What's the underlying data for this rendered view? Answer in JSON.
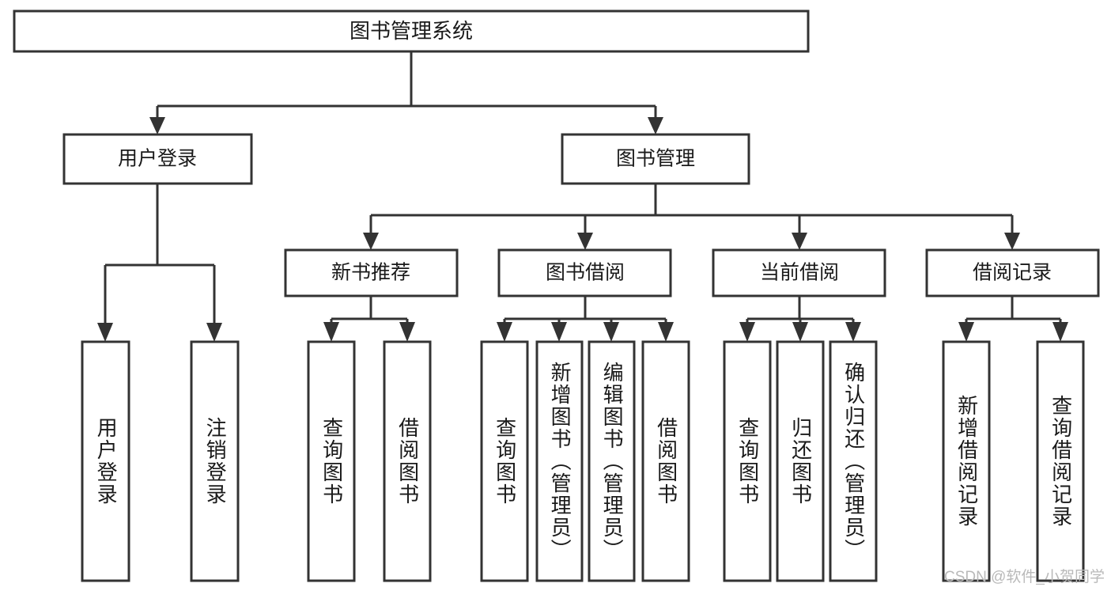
{
  "diagram": {
    "title": "图书管理系统",
    "type": "tree-hierarchy-functional-structure",
    "watermark": "CSDN @软件_小贺同学",
    "colors": {
      "background": "#ffffff",
      "box_fill": "#ffffff",
      "box_stroke": "#333333",
      "text": "#1a1a1a",
      "watermark": "#b9b9b9"
    },
    "root": {
      "label": "图书管理系统"
    },
    "level2": [
      {
        "label": "用户登录"
      },
      {
        "label": "图书管理"
      }
    ],
    "level3": [
      {
        "label": "新书推荐"
      },
      {
        "label": "图书借阅"
      },
      {
        "label": "当前借阅"
      },
      {
        "label": "借阅记录"
      }
    ],
    "leaves": {
      "user_login": [
        {
          "label": "用户登录"
        },
        {
          "label": "注销登录"
        }
      ],
      "new_book_recommend": [
        {
          "label": "查询图书"
        },
        {
          "label": "借阅图书"
        }
      ],
      "book_borrow": [
        {
          "label": "查询图书"
        },
        {
          "label": "新增图书（管理员）"
        },
        {
          "label": "编辑图书（管理员）"
        },
        {
          "label": "借阅图书"
        }
      ],
      "current_borrow": [
        {
          "label": "查询图书"
        },
        {
          "label": "归还图书"
        },
        {
          "label": "确认归还（管理员）"
        }
      ],
      "borrow_records": [
        {
          "label": "新增借阅记录"
        },
        {
          "label": "查询借阅记录"
        }
      ]
    }
  }
}
